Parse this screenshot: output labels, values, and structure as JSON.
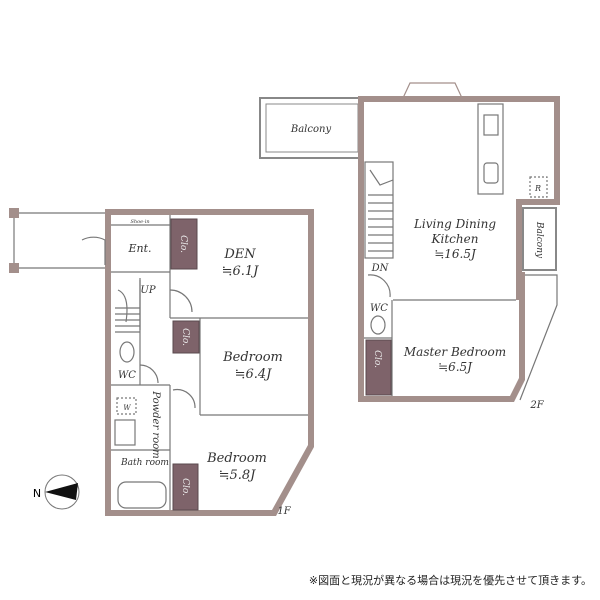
{
  "floor1": {
    "label": "1F",
    "rooms": {
      "entrance": "Ent.",
      "shoe_in": "Shoe-in",
      "den_name": "DEN",
      "den_size": "≒6.1J",
      "bedroom1_name": "Bedroom",
      "bedroom1_size": "≒6.4J",
      "bedroom2_name": "Bedroom",
      "bedroom2_size": "≒5.8J",
      "wc": "WC",
      "powder": "Powder room",
      "bath": "Bath room",
      "up": "UP",
      "closet": "Clo.",
      "washer": "W"
    },
    "compass": "N"
  },
  "floor2": {
    "label": "2F",
    "rooms": {
      "balcony": "Balcony",
      "ldk_line1": "Living Dining",
      "ldk_line2": "Kitchen",
      "ldk_size": "≒16.5J",
      "master_name": "Master Bedroom",
      "master_size": "≒6.5J",
      "wc": "WC",
      "dn": "DN",
      "closet": "Clo.",
      "fridge": "R"
    }
  },
  "footnote": "※図面と現況が異なる場合は現況を優先させて頂きます。",
  "colors": {
    "wall": "#a38f8b",
    "closet": "#7e636a"
  }
}
